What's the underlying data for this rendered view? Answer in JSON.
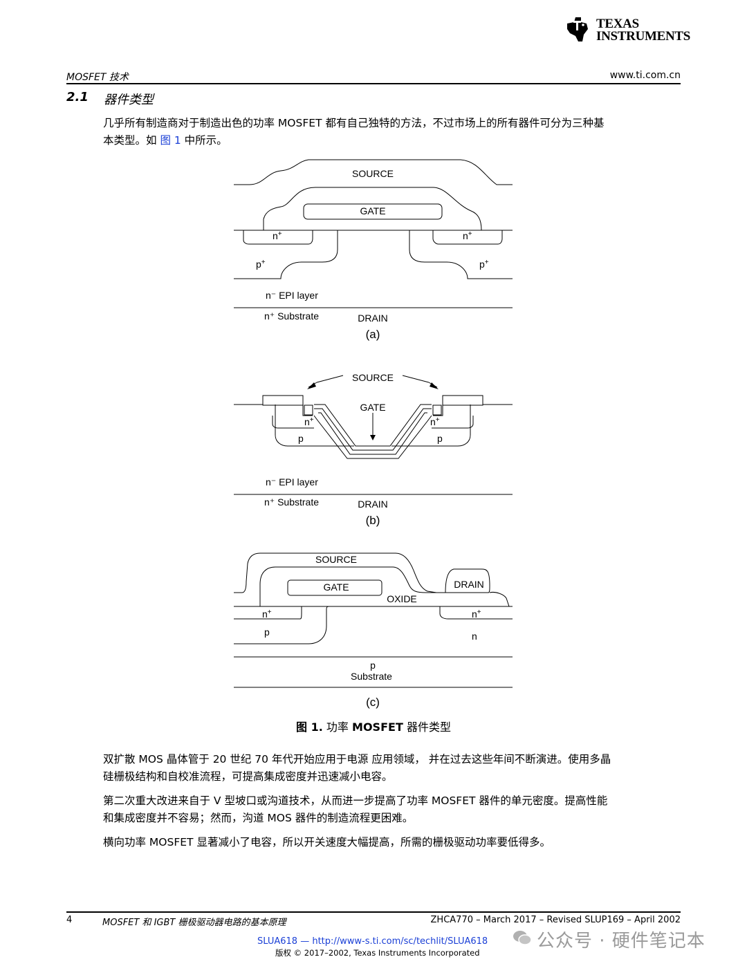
{
  "brand": {
    "logo_line1": "Texas",
    "logo_line2": "Instruments"
  },
  "header": {
    "left": "MOSFET 技术",
    "right": "www.ti.com.cn"
  },
  "section": {
    "number": "2.1",
    "title": "器件类型"
  },
  "intro": {
    "line1": "几乎所有制造商对于制造出色的功率 MOSFET 都有自己独特的方法，不过市场上的所有器件可分为三种基",
    "line2_pre": "本类型。如 ",
    "line2_link": "图 1",
    "line2_post": " 中所示。"
  },
  "figure": {
    "a": {
      "source": "SOURCE",
      "gate": "GATE",
      "n_left": "n",
      "n_right": "n",
      "p_left": "p",
      "p_right": "p",
      "epi": "n⁻ EPI layer",
      "substrate": "n⁺ Substrate",
      "drain": "DRAIN",
      "label": "(a)"
    },
    "b": {
      "source": "SOURCE",
      "gate": "GATE",
      "n_left": "n",
      "n_right": "n",
      "p_left": "p",
      "p_right": "p",
      "epi": "n⁻ EPI layer",
      "substrate": "n⁺ Substrate",
      "drain": "DRAIN",
      "label": "(b)"
    },
    "c": {
      "source": "SOURCE",
      "gate": "GATE",
      "drain": "DRAIN",
      "oxide": "OXIDE",
      "n_left": "n",
      "n_right": "n",
      "p_left": "p",
      "n_region": "n",
      "p_sub": "p",
      "substrate": "Substrate",
      "label": "(c)"
    },
    "caption_bold": "图 1.",
    "caption_rest_pre": " 功率 ",
    "caption_bold2": "MOSFET",
    "caption_rest_post": " 器件类型"
  },
  "paragraphs": [
    [
      "双扩散 MOS 晶体管于 20 世纪 70 年代开始应用于电源 应用领域， 并在过去这些年间不断演进。使用多晶",
      "硅栅极结构和自校准流程，可提高集成密度并迅速减小电容。"
    ],
    [
      "第二次重大改进来自于 V 型坡口或沟道技术，从而进一步提高了功率 MOSFET 器件的单元密度。提高性能",
      "和集成密度并不容易；然而，沟道 MOS 器件的制造流程更困难。"
    ],
    [
      "横向功率 MOSFET 显著减小了电容，所以开关速度大幅提高，所需的栅极驱动功率要低得多。"
    ]
  ],
  "footer": {
    "page": "4",
    "title": "MOSFET 和 IGBT 栅极驱动器电路的基本原理",
    "doc": "ZHCA770 – March 2017 – Revised SLUP169 – April 2002",
    "link": "SLUA618 — http://www-s.ti.com/sc/techlit/SLUA618",
    "copyright": "版权 © 2017–2002, Texas Instruments Incorporated"
  },
  "watermark": "公众号 · 硬件笔记本"
}
